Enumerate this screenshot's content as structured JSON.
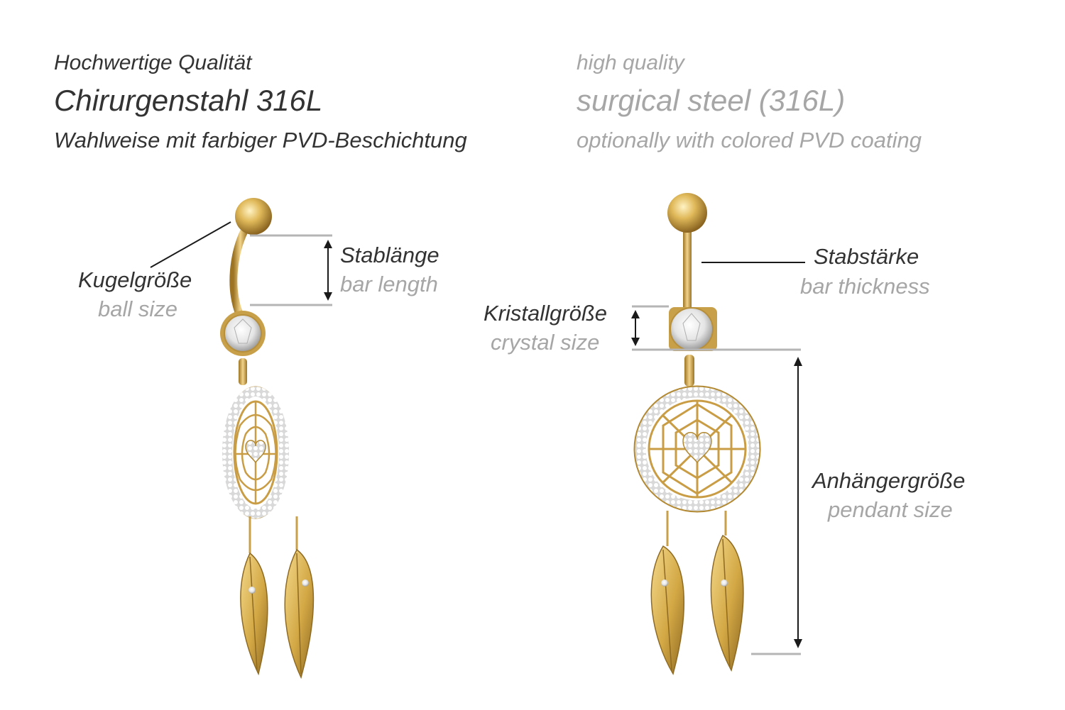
{
  "header": {
    "de": {
      "quality": "Hochwertige Qualität",
      "material": "Chirurgenstahl 316L",
      "coating": "Wahlweise mit farbiger PVD-Beschichtung"
    },
    "en": {
      "quality": "high quality",
      "material": "surgical steel (316L)",
      "coating": "optionally with colored PVD coating"
    }
  },
  "left_product": {
    "ball_size": {
      "de": "Kugelgröße",
      "en": "ball size"
    },
    "bar_length": {
      "de": "Stablänge",
      "en": "bar length"
    }
  },
  "right_product": {
    "bar_thickness": {
      "de": "Stabstärke",
      "en": "bar thickness"
    },
    "crystal_size": {
      "de": "Kristallgröße",
      "en": "crystal size"
    },
    "pendant_size": {
      "de": "Anhängergröße",
      "en": "pendant size"
    }
  },
  "colors": {
    "gold": "#d9b45a",
    "gold_dark": "#a8822e",
    "crystal": "#f2f2f2",
    "guide_line": "#b5b5b5",
    "arrow": "#1a1a1a",
    "text_de": "#333333",
    "text_en": "#a6a6a6"
  }
}
